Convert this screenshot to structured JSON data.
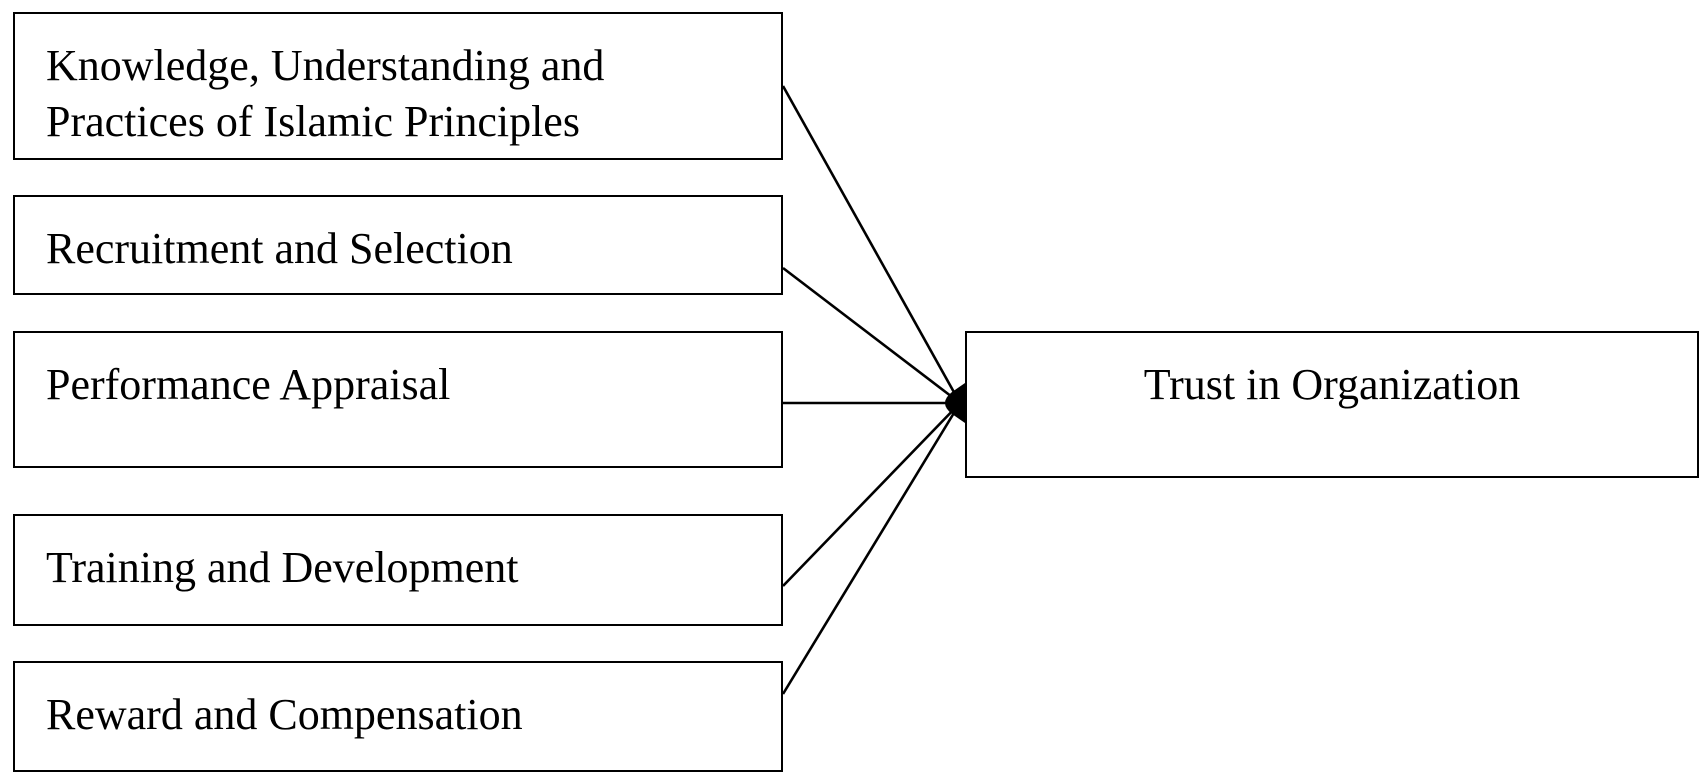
{
  "diagram": {
    "predictors": [
      {
        "label": "Knowledge, Understanding and\nPractices of Islamic Principles"
      },
      {
        "label": "Recruitment and Selection"
      },
      {
        "label": "Performance Appraisal"
      },
      {
        "label": "Training and Development"
      },
      {
        "label": "Reward and Compensation"
      }
    ],
    "outcome": {
      "label": "Trust in Organization"
    },
    "colors": {
      "stroke": "#000000",
      "background": "#ffffff"
    }
  }
}
